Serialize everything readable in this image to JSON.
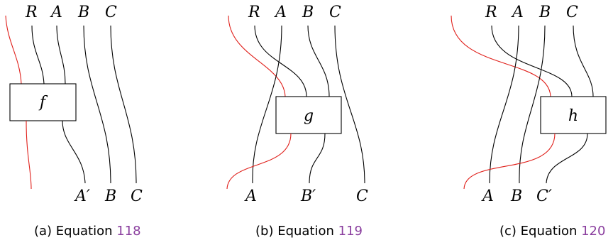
{
  "panels": [
    {
      "top_labels": [
        "R",
        "A",
        "B",
        "C"
      ],
      "box_label": "f",
      "bottom_labels": [
        "A′",
        "B",
        "C"
      ],
      "caption_prefix": "(a) Equation ",
      "caption_ref": "118"
    },
    {
      "top_labels": [
        "R",
        "A",
        "B",
        "C"
      ],
      "box_label": "g",
      "bottom_labels": [
        "A",
        "B′",
        "C"
      ],
      "caption_prefix": "(b) Equation ",
      "caption_ref": "119"
    },
    {
      "top_labels": [
        "R",
        "A",
        "B",
        "C"
      ],
      "box_label": "h",
      "bottom_labels": [
        "A",
        "B",
        "C′"
      ],
      "caption_prefix": "(c) Equation ",
      "caption_ref": "120"
    }
  ],
  "colors": {
    "wire": "#000000",
    "highlight_wire": "#e0201b",
    "ref_link": "#8a3e9e"
  }
}
